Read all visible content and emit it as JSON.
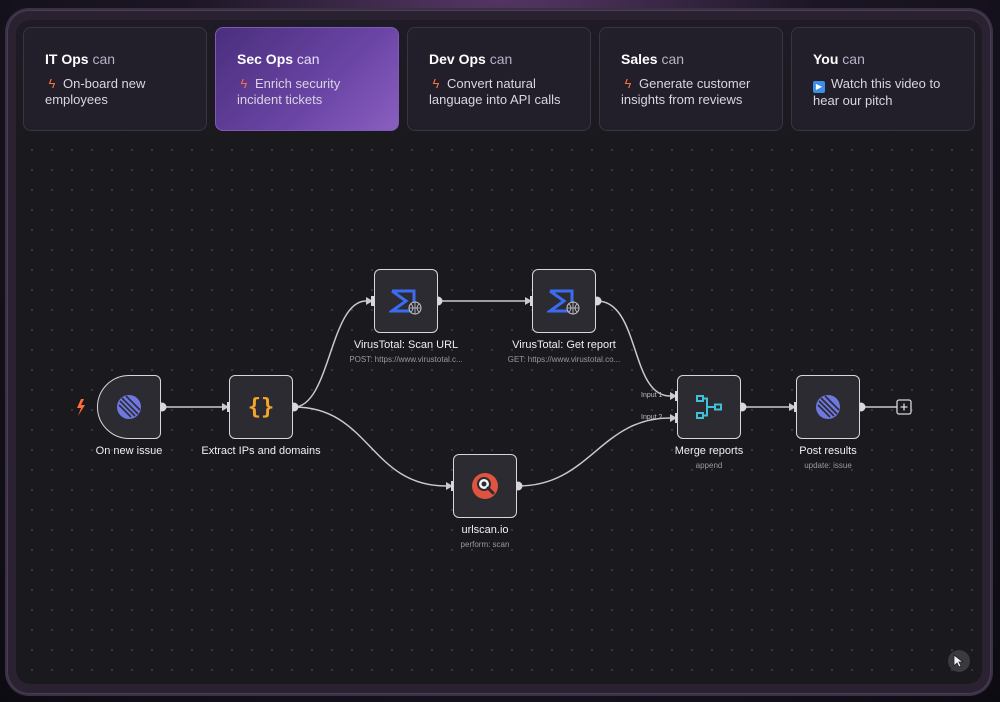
{
  "tabs": [
    {
      "team": "IT Ops",
      "suffix": "can",
      "icon": "bolt-icon",
      "desc": "On-board new employees"
    },
    {
      "team": "Sec Ops",
      "suffix": "can",
      "icon": "bolt-icon",
      "desc": "Enrich security incident tickets",
      "active": true
    },
    {
      "team": "Dev Ops",
      "suffix": "can",
      "icon": "bolt-icon",
      "desc": "Convert natural language into API calls"
    },
    {
      "team": "Sales",
      "suffix": "can",
      "icon": "bolt-icon",
      "desc": "Generate customer insights from reviews"
    },
    {
      "team": "You",
      "suffix": "can",
      "icon": "play-icon",
      "desc": "Watch this video to hear our pitch"
    }
  ],
  "nodes": {
    "on_new_issue": {
      "label": "On new issue"
    },
    "extract": {
      "label": "Extract IPs and domains"
    },
    "vt_scan": {
      "label": "VirusTotal: Scan URL",
      "sub": "POST: https://www.virustotal.c..."
    },
    "vt_report": {
      "label": "VirusTotal: Get report",
      "sub": "GET: https://www.virustotal.co..."
    },
    "urlscan": {
      "label": "urlscan.io",
      "sub": "perform: scan"
    },
    "merge": {
      "label": "Merge reports",
      "sub": "append",
      "input1": "Input 1",
      "input2": "Input 2"
    },
    "post": {
      "label": "Post results",
      "sub": "update: issue"
    }
  },
  "colors": {
    "accent": "#6b45a6",
    "bolt": "#ff6d3a",
    "vt_blue": "#3b6cf0",
    "merge_teal": "#3fc1d8",
    "urlscan_red": "#e0533f",
    "json_orange": "#f4a52a"
  }
}
